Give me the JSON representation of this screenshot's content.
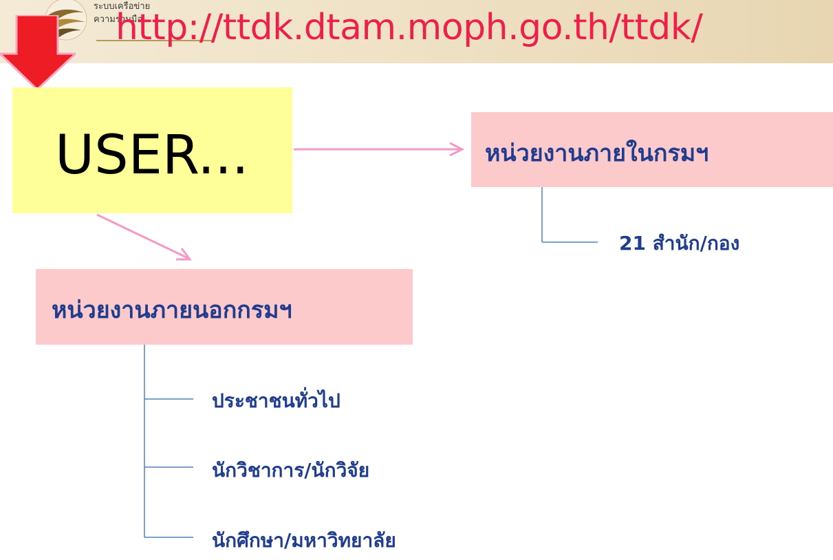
{
  "header": {
    "logo_line1": "ระบบเครือข่าย",
    "logo_line2": "ความร่วมมือ",
    "url": "http://ttdk.dtam.moph.go.th/ttdk/"
  },
  "diagram": {
    "user_label": "USER...",
    "internal_label": "หน่วยงานภายในกรมฯ",
    "internal_children": [
      "21 สำนัก/กอง"
    ],
    "external_label": "หน่วยงานภายนอกกรมฯ",
    "external_children": [
      "ประชาชนทั่วไป",
      "นักวิชาการ/นักวิจัย",
      "นักศึกษา/มหาวิทยาลัย"
    ]
  },
  "colors": {
    "url_text": "#ee1f4b",
    "arrow": "#ee1c25",
    "user_box": "#ffff99",
    "category_box": "#fccaca",
    "category_text": "#1f3c8f",
    "connector_pink": "#f39ac9",
    "tree_line": "#4f81bd"
  },
  "icons": {
    "logo": "organization-logo",
    "pointer": "red-down-arrow"
  }
}
